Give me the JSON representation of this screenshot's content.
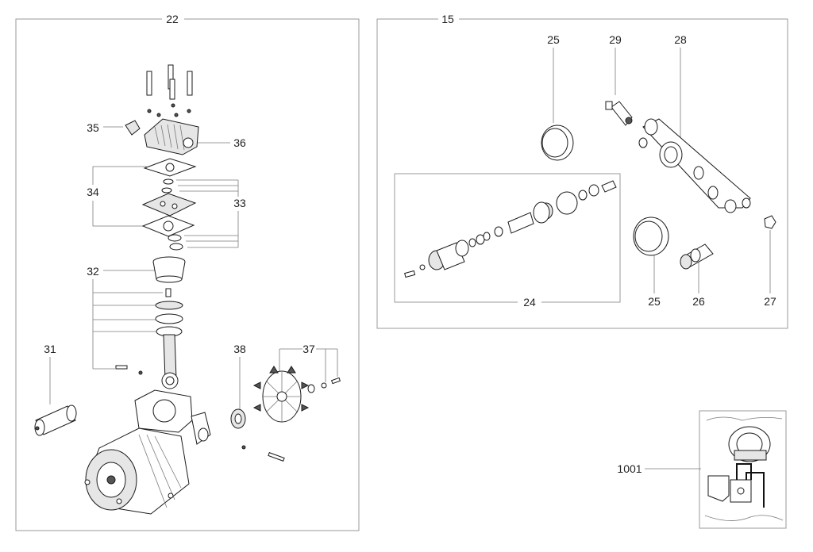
{
  "groups": {
    "g22": "22",
    "g15": "15",
    "g24": "24"
  },
  "labels": {
    "p25a": "25",
    "p29": "29",
    "p28": "28",
    "p35": "35",
    "p36": "36",
    "p34": "34",
    "p33": "33",
    "p32": "32",
    "p31": "31",
    "p38": "38",
    "p37": "37",
    "p25b": "25",
    "p26": "26",
    "p27": "27",
    "p1001": "1001"
  }
}
